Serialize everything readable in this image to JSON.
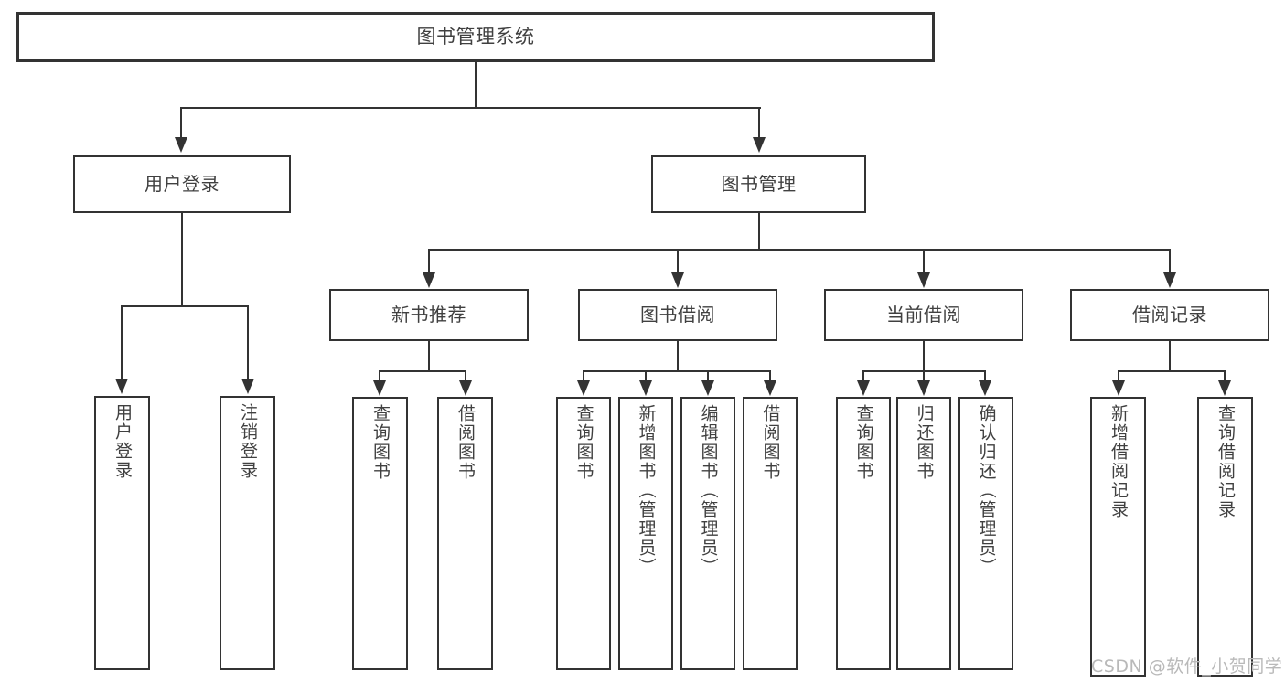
{
  "diagram": {
    "title": "图书管理系统",
    "type": "tree-hierarchy",
    "root": {
      "label": "图书管理系统"
    },
    "level1": [
      {
        "label": "用户登录"
      },
      {
        "label": "图书管理"
      }
    ],
    "level2": [
      {
        "label": "新书推荐"
      },
      {
        "label": "图书借阅"
      },
      {
        "label": "当前借阅"
      },
      {
        "label": "借阅记录"
      }
    ],
    "leaves": {
      "user_login": [
        {
          "label": "用户登录"
        },
        {
          "label": "注销登录"
        }
      ],
      "new_book": [
        {
          "label": "查询图书"
        },
        {
          "label": "借阅图书"
        }
      ],
      "book_borrow": [
        {
          "label": "查询图书"
        },
        {
          "label": "新增图书（管理员）"
        },
        {
          "label": "编辑图书（管理员）"
        },
        {
          "label": "借阅图书"
        }
      ],
      "current_borrow": [
        {
          "label": "查询图书"
        },
        {
          "label": "归还图书"
        },
        {
          "label": "确认归还（管理员）"
        }
      ],
      "borrow_record": [
        {
          "label": "新增借阅记录"
        },
        {
          "label": "查询借阅记录"
        }
      ]
    }
  },
  "watermark": {
    "text": "CSDN @软件_小贺同学"
  },
  "colors": {
    "stroke": "#333333",
    "text": "#404040",
    "background": "#ffffff",
    "watermark": "#b9b9b9"
  }
}
